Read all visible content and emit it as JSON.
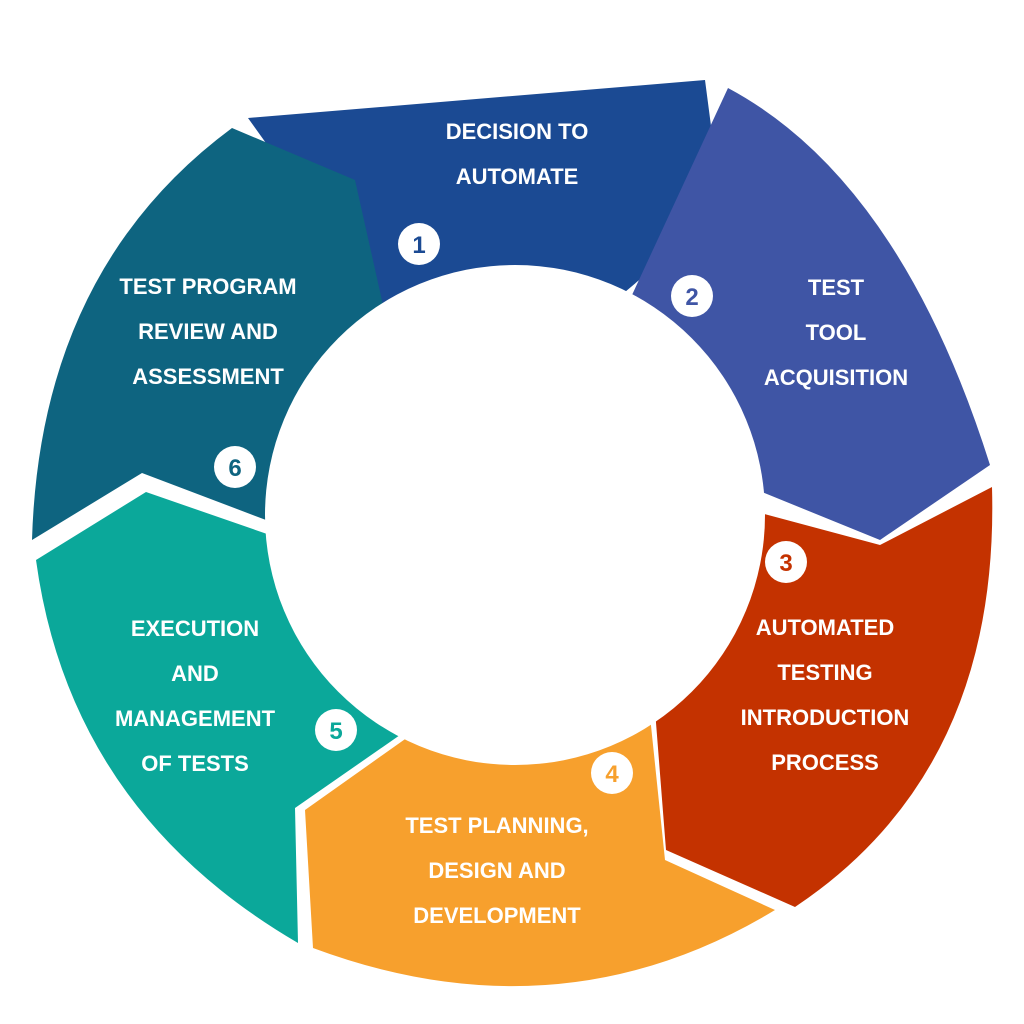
{
  "stages": [
    {
      "number": "1",
      "lines": [
        "DECISION TO",
        "AUTOMATE"
      ],
      "color": "#1b4a93"
    },
    {
      "number": "2",
      "lines": [
        "TEST",
        "TOOL",
        "ACQUISITION"
      ],
      "color": "#3f55a5"
    },
    {
      "number": "3",
      "lines": [
        "AUTOMATED",
        "TESTING",
        "INTRODUCTION",
        "PROCESS"
      ],
      "color": "#c43200"
    },
    {
      "number": "4",
      "lines": [
        "TEST PLANNING,",
        "DESIGN AND",
        "DEVELOPMENT"
      ],
      "color": "#f7a02d"
    },
    {
      "number": "5",
      "lines": [
        "EXECUTION",
        "AND",
        "MANAGEMENT",
        "OF TESTS"
      ],
      "color": "#0ba89a"
    },
    {
      "number": "6",
      "lines": [
        "TEST PROGRAM",
        "REVIEW AND",
        "ASSESSMENT"
      ],
      "color": "#0e6480"
    }
  ]
}
